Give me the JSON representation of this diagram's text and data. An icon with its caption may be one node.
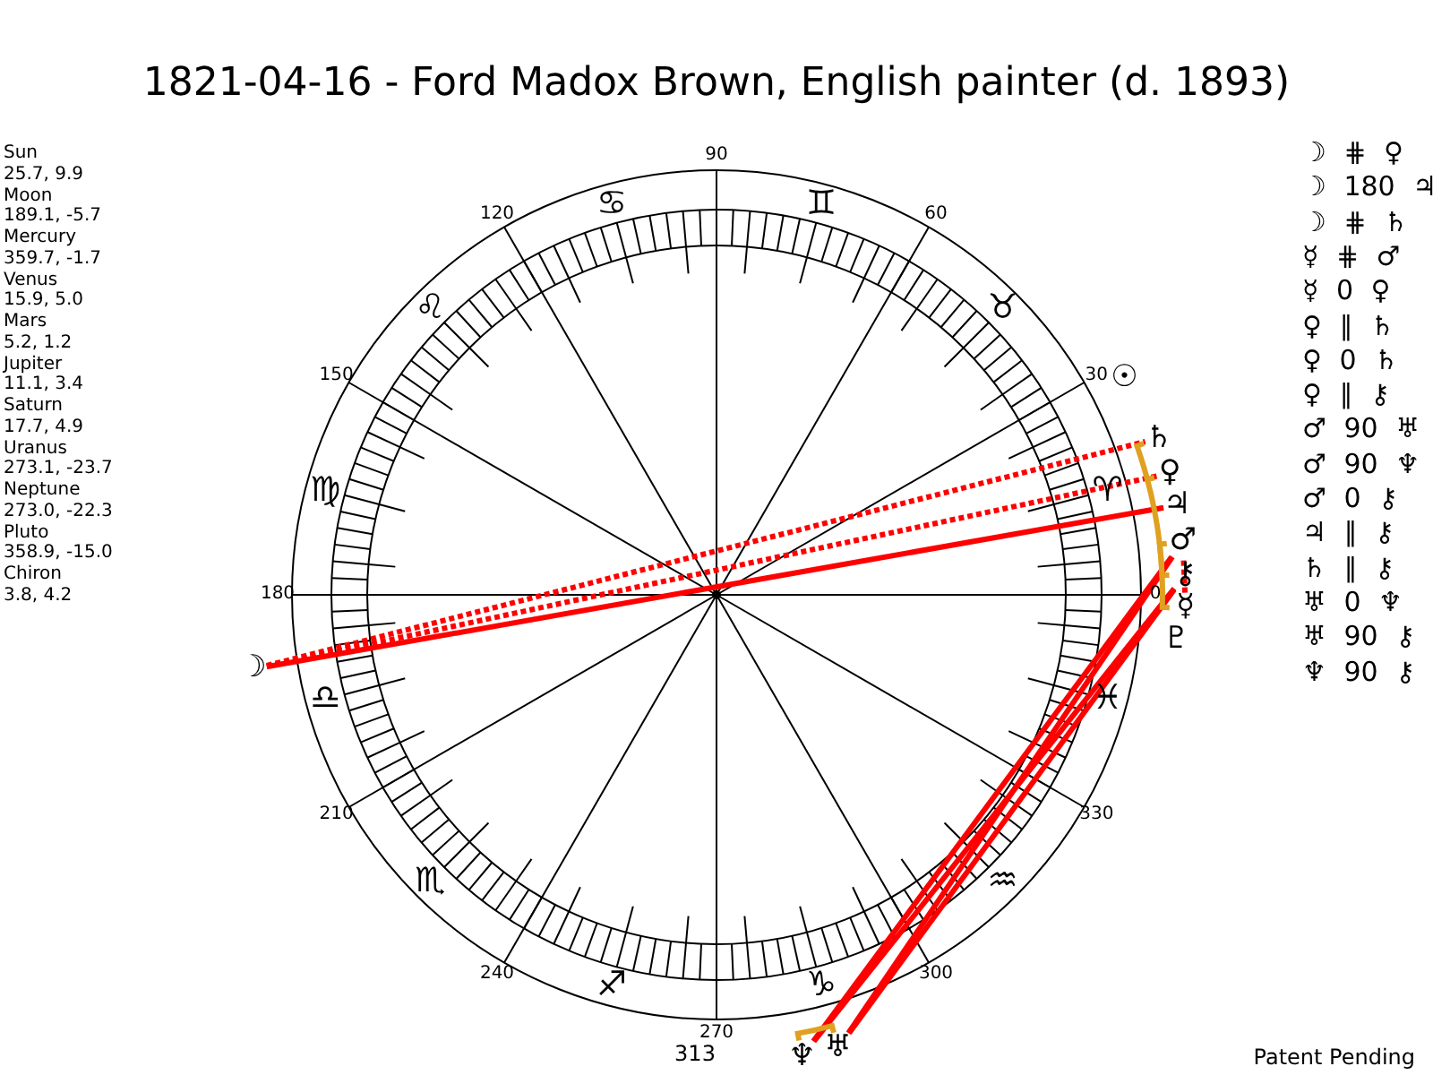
{
  "diagram": {
    "title": "1821-04-16 - Ford Madox Brown, English painter (d. 1893)",
    "nodes": [
      {
        "text": [
          "☽"
        ]
      },
      {
        "text": [
          "☿"
        ]
      },
      {
        "text": [
          "♀"
        ]
      },
      {
        "text": [
          "♂"
        ]
      },
      {
        "text": [
          "♃"
        ]
      },
      {
        "text": [
          "♄"
        ]
      },
      {
        "text": [
          "♅"
        ]
      },
      {
        "text": [
          "♆"
        ]
      },
      {
        "text": [
          "⚷"
        ]
      }
    ],
    "edges": [
      {
        "from": 0,
        "to": 4,
        "arrow": "none"
      },
      {
        "from": 0,
        "to": 2,
        "arrow": "none",
        "style": "dashed"
      },
      {
        "from": 0,
        "to": 5,
        "arrow": "none",
        "style": "dashed"
      },
      {
        "from": 1,
        "to": 3,
        "arrow": "none",
        "style": "dashed"
      },
      {
        "from": 3,
        "to": 6,
        "arrow": "none"
      },
      {
        "from": 3,
        "to": 7,
        "arrow": "none"
      },
      {
        "from": 6,
        "to": 8,
        "arrow": "none"
      },
      {
        "from": 7,
        "to": 8,
        "arrow": "none"
      },
      {
        "from": 1,
        "to": 2,
        "arrow": "none",
        "color": "#e0a020"
      },
      {
        "from": 2,
        "to": 5,
        "arrow": "none",
        "color": "#e0a020"
      },
      {
        "from": 3,
        "to": 8,
        "arrow": "none",
        "color": "#e0a020"
      },
      {
        "from": 6,
        "to": 7,
        "arrow": "none",
        "color": "#e0a020"
      }
    ],
    "labels": [
      "Sun",
      "25.7, 9.9",
      "Moon",
      "189.1, -5.7",
      "Mercury",
      "359.7, -1.7",
      "Venus",
      "15.9, 5.0",
      "Mars",
      "5.2, 1.2",
      "Jupiter",
      "11.1, 3.4",
      "Saturn",
      "17.7, 4.9",
      "Uranus",
      "273.1, -23.7",
      "Neptune",
      "273.0, -22.3",
      "Pluto",
      "358.9, -15.0",
      "Chiron",
      "3.8, 4.2",
      "♈",
      "♉",
      "♊",
      "♋",
      "♌",
      "♍",
      "♎",
      "♏",
      "♐",
      "♑",
      "♒",
      "♓",
      "0",
      "30",
      "60",
      "90",
      "120",
      "150",
      "180",
      "210",
      "240",
      "270",
      "300",
      "330",
      "313",
      "☉",
      "♇",
      "☽ ⋕ ♀",
      "☽ 180 ♃",
      "☽ ⋕ ♄",
      "☿ ⋕ ♂",
      "☿ 0 ♀",
      "♀ ∥ ♄",
      "♀ 0 ♄",
      "♀ ∥ ⚷",
      "♂ 90 ♅",
      "♂ 90 ♆",
      "♂ 0 ⚷",
      "♃ ∥ ⚷",
      "♄ ∥ ⚷",
      "♅ 0 ♆",
      "♅ 90 ⚷",
      "♆ 90 ⚷",
      "Patent Pending"
    ]
  }
}
